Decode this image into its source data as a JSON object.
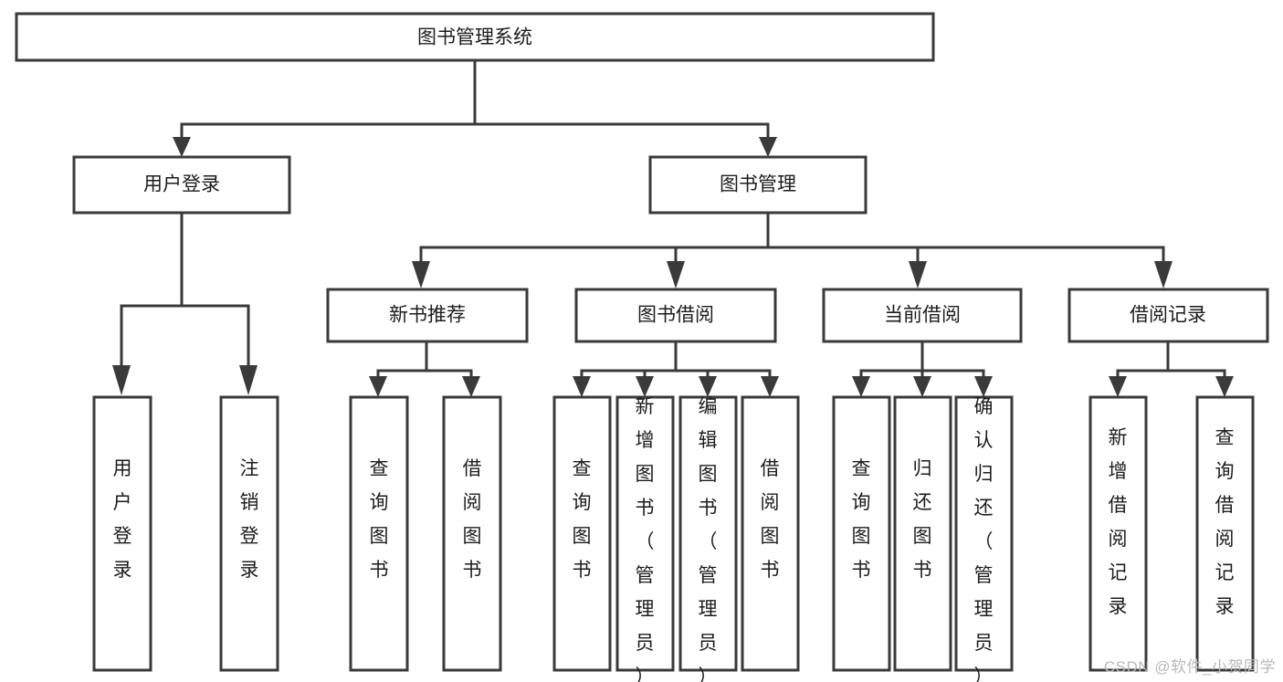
{
  "diagram": {
    "type": "tree-hierarchy",
    "title": "图书管理系统",
    "watermark": "CSDN @软件_小贺同学",
    "colors": {
      "stroke": "#3a3a3a",
      "fill": "#ffffff",
      "text": "#1c1c1c",
      "watermark": "#b9b9b9"
    },
    "levels": {
      "root": {
        "label": "图书管理系统",
        "orientation": "horizontal"
      },
      "level1": [
        {
          "label": "用户登录",
          "orientation": "horizontal"
        },
        {
          "label": "图书管理",
          "orientation": "horizontal"
        }
      ],
      "level2": [
        {
          "label": "新书推荐",
          "orientation": "horizontal",
          "parent": "图书管理"
        },
        {
          "label": "图书借阅",
          "orientation": "horizontal",
          "parent": "图书管理"
        },
        {
          "label": "当前借阅",
          "orientation": "horizontal",
          "parent": "图书管理"
        },
        {
          "label": "借阅记录",
          "orientation": "horizontal",
          "parent": "图书管理"
        }
      ],
      "leaves": [
        {
          "label": "用户登录",
          "orientation": "vertical",
          "parent": "用户登录"
        },
        {
          "label": "注销登录",
          "orientation": "vertical",
          "parent": "用户登录"
        },
        {
          "label": "查询图书",
          "orientation": "vertical",
          "parent": "新书推荐"
        },
        {
          "label": "借阅图书",
          "orientation": "vertical",
          "parent": "新书推荐"
        },
        {
          "label": "查询图书",
          "orientation": "vertical",
          "parent": "图书借阅"
        },
        {
          "label": "新增图书（管理员）",
          "orientation": "vertical",
          "parent": "图书借阅"
        },
        {
          "label": "编辑图书（管理员）",
          "orientation": "vertical",
          "parent": "图书借阅"
        },
        {
          "label": "借阅图书",
          "orientation": "vertical",
          "parent": "图书借阅"
        },
        {
          "label": "查询图书",
          "orientation": "vertical",
          "parent": "当前借阅"
        },
        {
          "label": "归还图书",
          "orientation": "vertical",
          "parent": "当前借阅"
        },
        {
          "label": "确认归还（管理员）",
          "orientation": "vertical",
          "parent": "当前借阅"
        },
        {
          "label": "新增借阅记录",
          "orientation": "vertical",
          "parent": "借阅记录"
        },
        {
          "label": "查询借阅记录",
          "orientation": "vertical",
          "parent": "借阅记录"
        }
      ]
    },
    "nodes": {
      "root": "图书管理系统",
      "user_login": "用户登录",
      "book_mgmt": "图书管理",
      "new_book_rec": "新书推荐",
      "book_borrow": "图书借阅",
      "current_borrow": "当前借阅",
      "borrow_record": "借阅记录",
      "leaf_user_login": "用户登录",
      "leaf_logout": "注销登录",
      "leaf_query_book_a": "查询图书",
      "leaf_borrow_book_a": "借阅图书",
      "leaf_query_book_b": "查询图书",
      "leaf_add_book": "新增图书（管理员）",
      "leaf_edit_book": "编辑图书（管理员）",
      "leaf_borrow_book_b": "借阅图书",
      "leaf_query_book_c": "查询图书",
      "leaf_return_book": "归还图书",
      "leaf_confirm_return": "确认归还（管理员）",
      "leaf_add_record": "新增借阅记录",
      "leaf_query_record": "查询借阅记录"
    }
  }
}
